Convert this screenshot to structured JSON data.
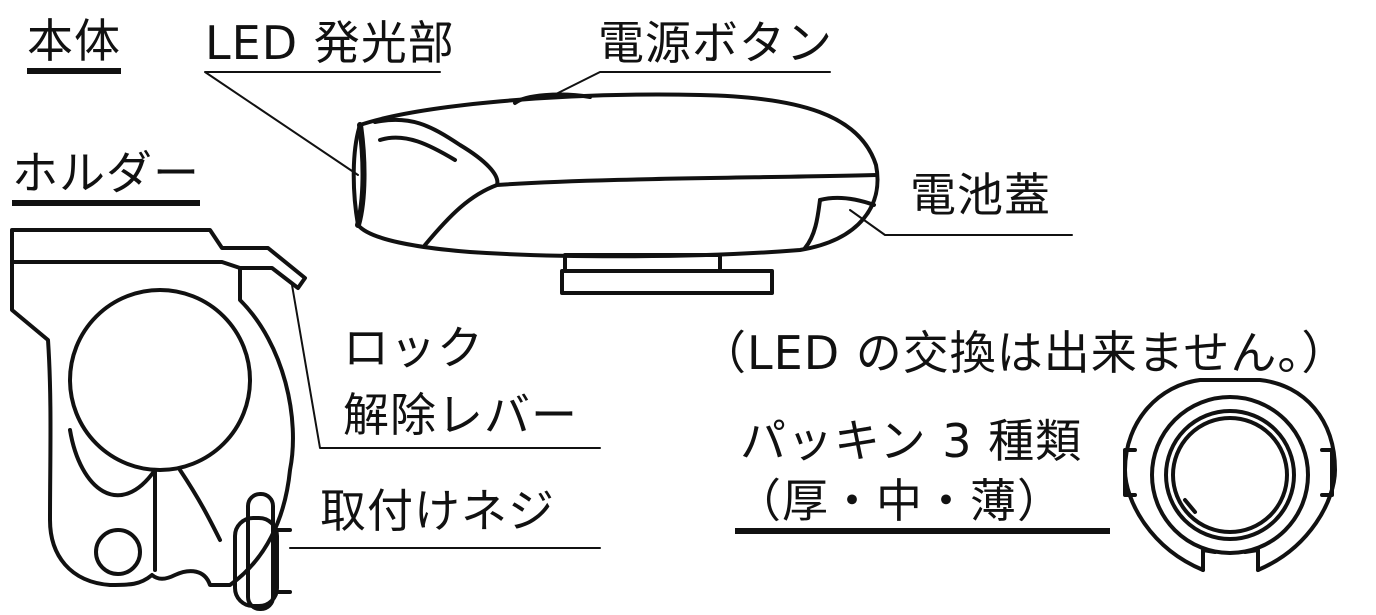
{
  "labels": {
    "body_title": "本体",
    "led_emitter": "LED 発光部",
    "power_button": "電源ボタン",
    "battery_cover": "電池蓋",
    "holder_title": "ホルダー",
    "lock_release_line1": "ロック",
    "lock_release_line2": "解除レバー",
    "mount_screw": "取付けネジ",
    "led_note": "（LED の交換は出来ません。）",
    "packing_line1": "パッキン 3 種類",
    "packing_line2": "（厚・中・薄）"
  },
  "colors": {
    "ink": "#111111",
    "paper": "#ffffff"
  }
}
